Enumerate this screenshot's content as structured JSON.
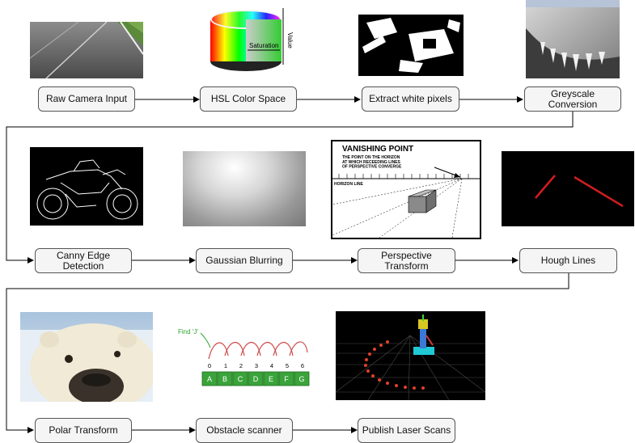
{
  "nodes": {
    "raw": "Raw Camera Input",
    "hsl": "HSL Color Space",
    "white": "Extract white pixels",
    "grey": "Greyscale\nConversion",
    "canny": "Canny Edge\nDetection",
    "gauss": "Gaussian Blurring",
    "persp": "Perspective\nTransform",
    "hough": "Hough Lines",
    "polar": "Polar Transform",
    "obstacle": "Obstacle scanner",
    "publish": "Publish Laser Scans"
  },
  "images": {
    "hsl_cylinder": {
      "axis_labels": [
        "Saturation",
        "Value"
      ]
    },
    "vanishing_point": {
      "title": "VANISHING POINT",
      "subtitle": "THE POINT ON THE HORIZON\nAT WHICH RECEEDING LINES\nOF PERSPECTIVE CONVERGE",
      "horizon": "HORIZON LINE"
    },
    "binary_search": {
      "prompt": "Find 'J'",
      "indices": [
        "0",
        "1",
        "2",
        "3",
        "4",
        "5",
        "6"
      ],
      "cells": [
        "A",
        "B",
        "C",
        "D",
        "E",
        "F",
        "G"
      ]
    }
  }
}
